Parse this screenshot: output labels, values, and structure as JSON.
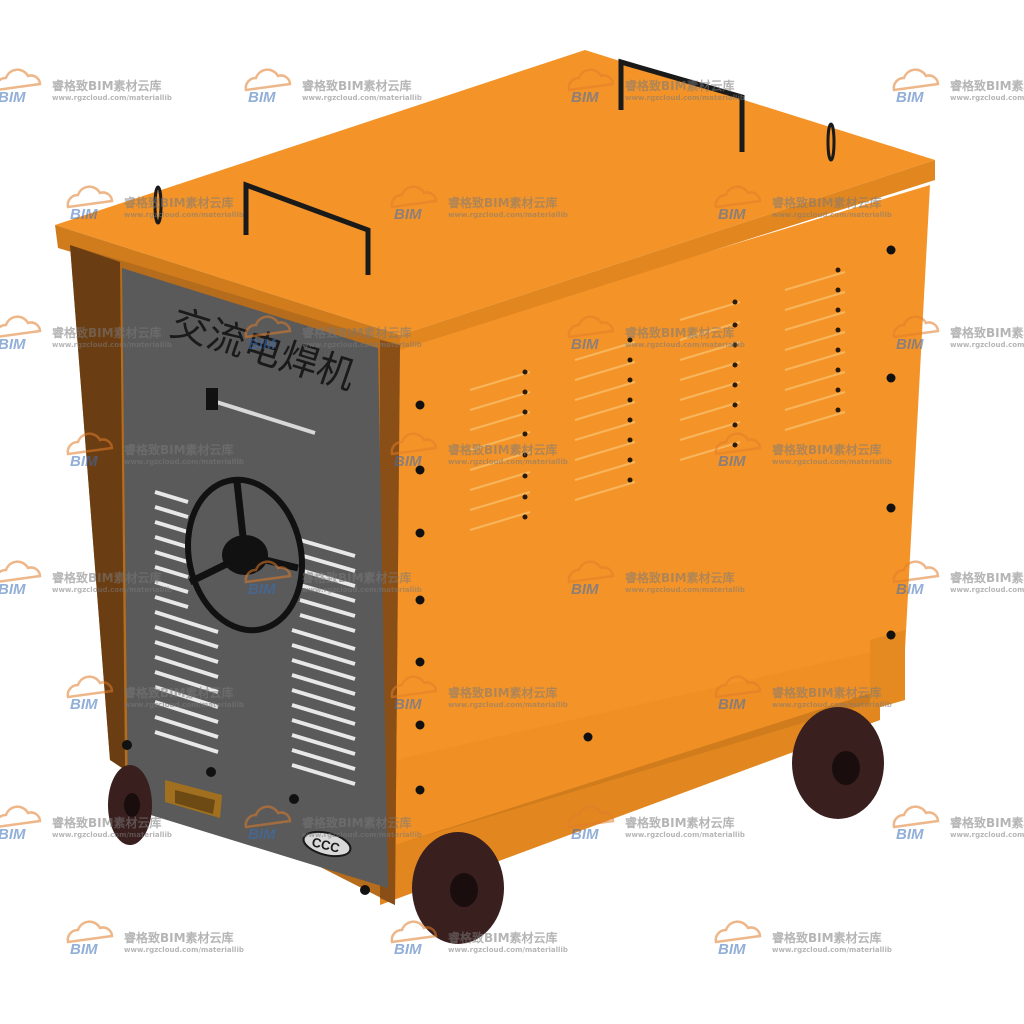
{
  "product": {
    "panel_title": "交流电焊机",
    "certification_mark": "CCC"
  },
  "watermark": {
    "logo_text": "BIM",
    "brand": "睿格致BIM素材云库",
    "url": "www.rgzcloud.com/materiallib"
  },
  "colors": {
    "body_orange": "#f49428",
    "shadow_orange": "#c9761a",
    "trim_brown": "#6b3d12",
    "front_panel_gray": "#5a5a5a",
    "wheel_dark": "#3a1f1f"
  }
}
